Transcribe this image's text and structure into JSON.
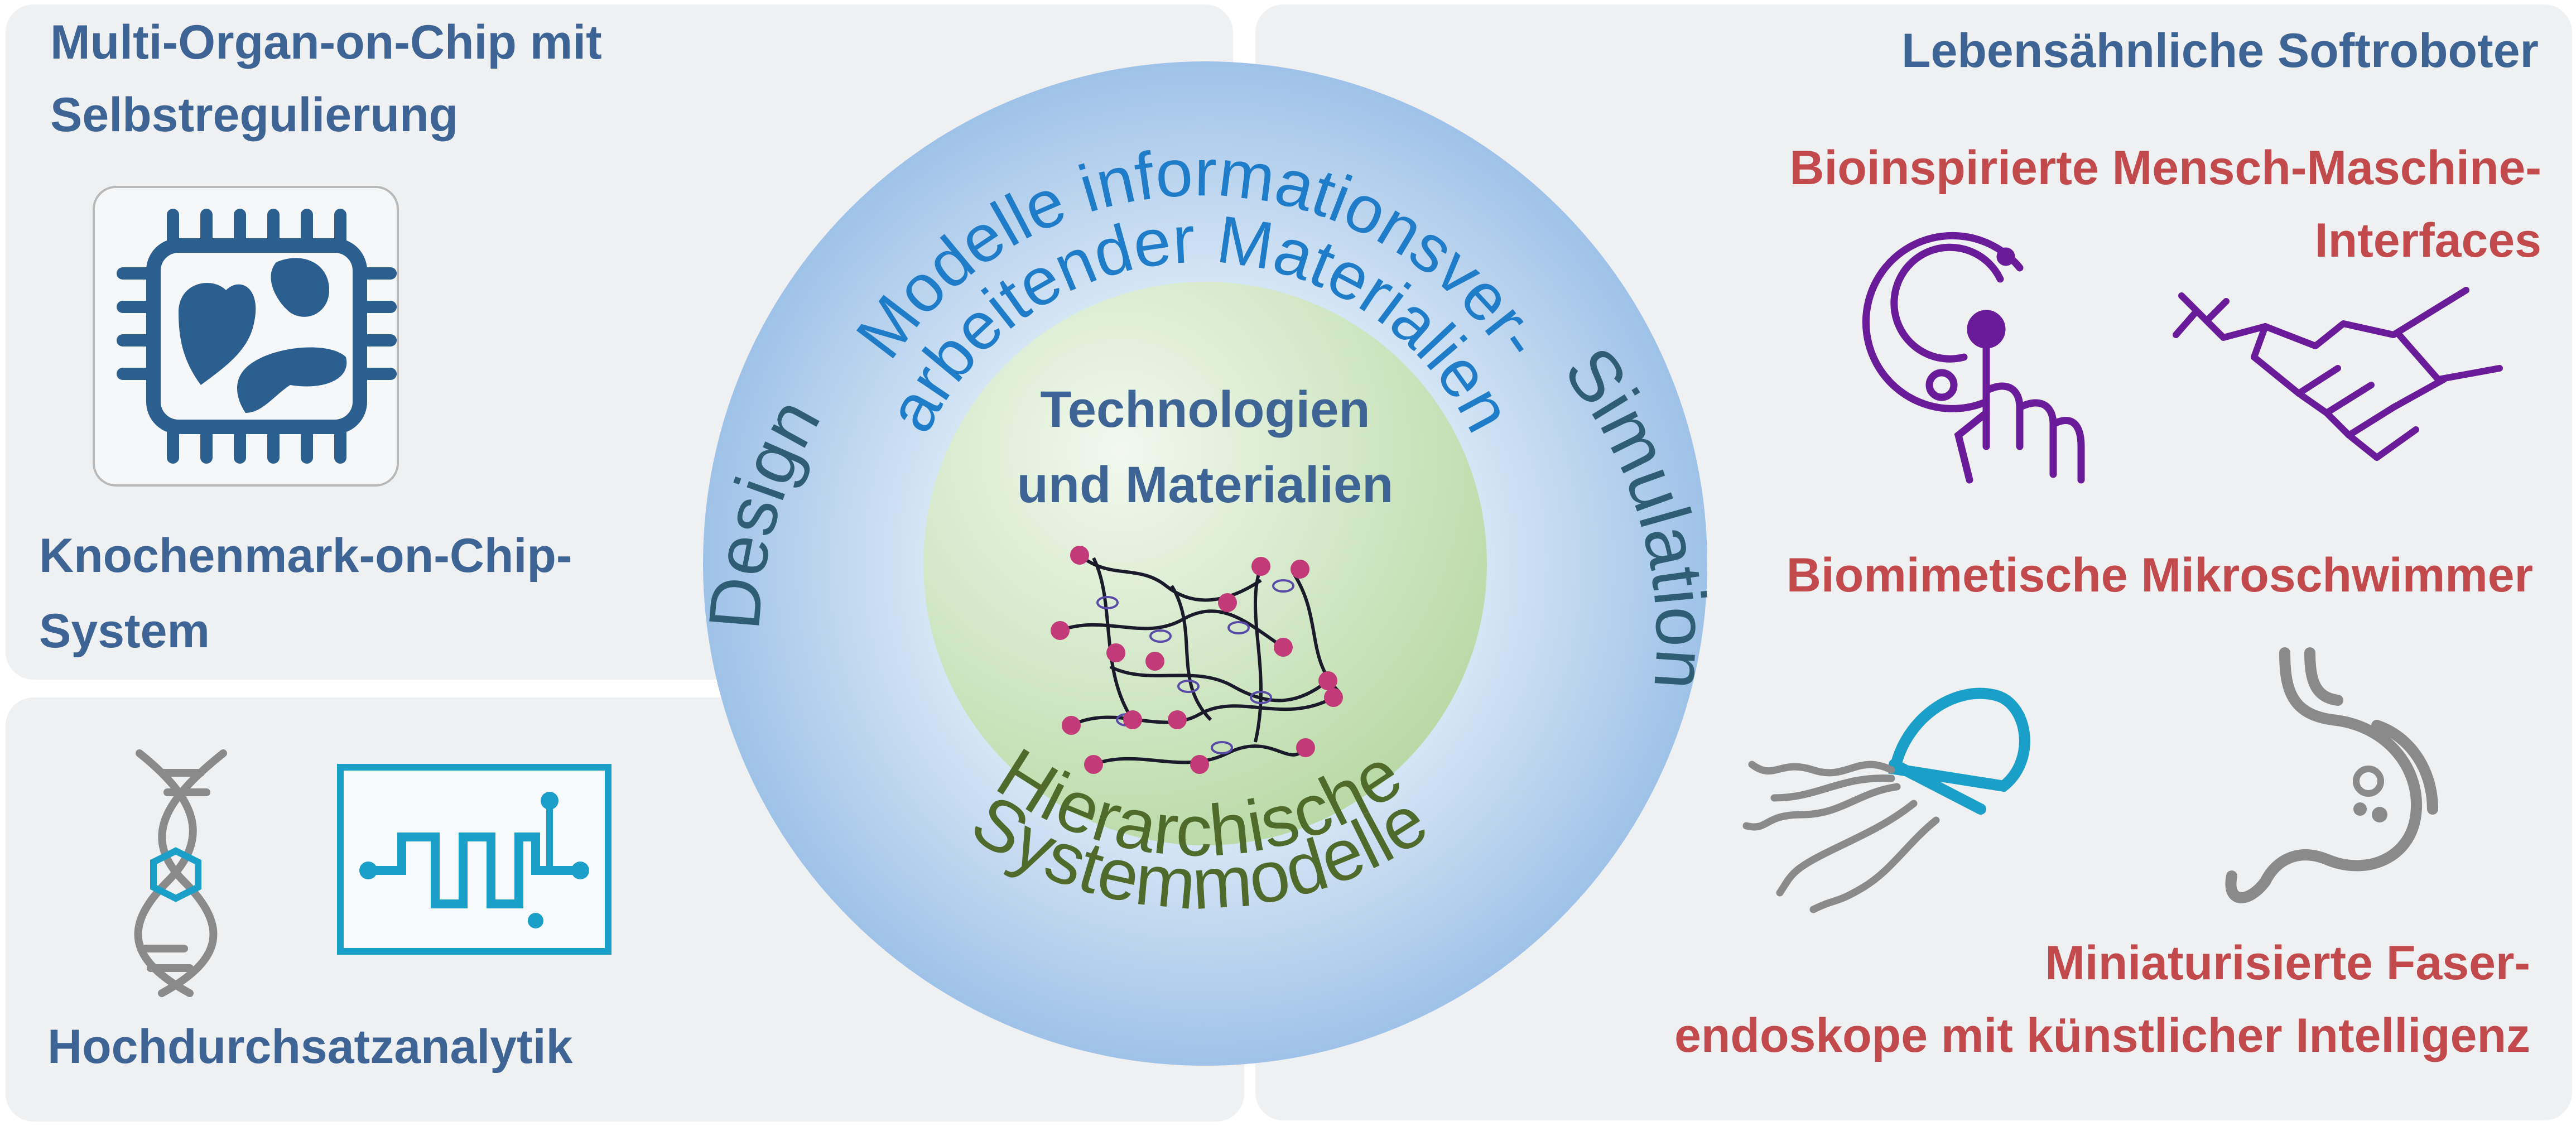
{
  "colors": {
    "panel_bg": "#eef0f2",
    "blue_text": "#3d6494",
    "red_text": "#c24a4c",
    "purple": "#6a1b9a",
    "cyan": "#1aa0c8",
    "gray": "#7b7b7b",
    "chip_blue": "#2b5f8f",
    "ring_outer": "#a9c8ea",
    "ring_inner": "#c9dff2",
    "center_green": "#b9dba8",
    "center_light": "#eaf3e4",
    "top_arc_text": "#1e7cc8",
    "side_arc_text": "#2f5d73",
    "bottom_arc_text": "#4f6a2a",
    "molecule_pink": "#c23a78"
  },
  "panels": {
    "top_left": {
      "title": [
        "Multi-Organ-on-Chip mit",
        "Selbstregulierung"
      ],
      "subtitle": [
        "Knochenmark-on-Chip-",
        "System"
      ]
    },
    "bottom_left": {
      "title": "Hochdurchsatzanalytik"
    },
    "right": {
      "title": "Lebensähnliche Softroboter",
      "section1": [
        "Bioinspirierte Mensch-Maschine-",
        "Interfaces"
      ],
      "section2": "Biomimetische Mikroschwimmer",
      "section3": [
        "Miniaturisierte Faser-",
        "endoskope mit künstlicher Intelligenz"
      ]
    }
  },
  "circle": {
    "top_arc": [
      "Modelle informationsver-",
      "arbeitender Materialien"
    ],
    "left_arc": "Design",
    "right_arc": "Simulation",
    "bottom_arc": [
      "Hierarchische",
      "Systemmodelle"
    ],
    "center": [
      "Technologien",
      "und Materialien"
    ]
  },
  "icons": {
    "chip": "organ-chip-icon",
    "dna": "dna-icon",
    "circuit": "microfluidic-circuit-icon",
    "touch": "touch-interface-icon",
    "handshake": "robot-handshake-icon",
    "jellyfish": "jellyfish-icon",
    "stomach": "stomach-icon",
    "molecule": "polymer-network-icon"
  }
}
